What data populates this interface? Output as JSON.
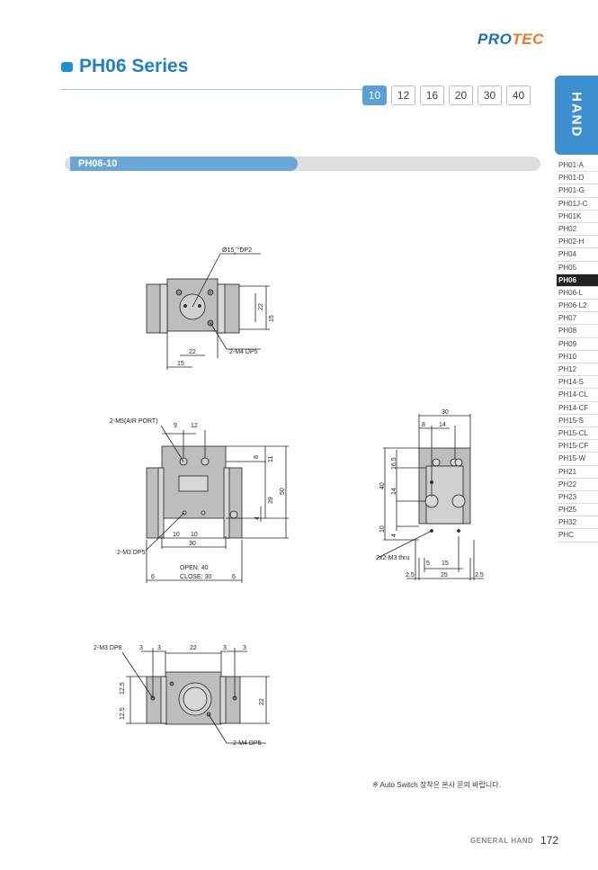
{
  "brand": {
    "pro": "PRO",
    "tec": "TEC"
  },
  "page_title": "PH06 Series",
  "size_tabs": [
    "10",
    "12",
    "16",
    "20",
    "30",
    "40"
  ],
  "active_tab": "10",
  "side_tab": "HAND",
  "side_list": [
    "PH01-A",
    "PH01-D",
    "PH01-G",
    "PH01J-C",
    "PH01K",
    "PH02",
    "PH02-H",
    "PH04",
    "PH05",
    "PH06",
    "PH06-L",
    "PH06-L2",
    "PH07",
    "PH08",
    "PH09",
    "PH10",
    "PH12",
    "PH14-S",
    "PH14-CL",
    "PH14-CF",
    "PH15-S",
    "PH15-CL",
    "PH15-CF",
    "PH15-W",
    "PH21",
    "PH22",
    "PH23",
    "PH25",
    "PH32",
    "PHC"
  ],
  "side_active": "PH06",
  "section_label": "PH06-10",
  "drawing_labels": {
    "top_bore": "Ø15",
    "top_bore_tol_hi": "+0.1",
    "top_bore_tol_lo": "0",
    "top_bore_dp": "DP2",
    "top_m4": "2-M4 DP5",
    "top_22h": "22",
    "top_15h": "15",
    "top_22v": "22",
    "top_15v": "15",
    "front_air": "2-M5(AIR PORT)",
    "front_9": "9",
    "front_12": "12",
    "front_8": "8",
    "front_11": "11",
    "front_39": "39",
    "front_50": "50",
    "front_4": "4",
    "front_m3": "2-M3 DP5",
    "front_10a": "10",
    "front_10b": "10",
    "front_30": "30",
    "front_6a": "6",
    "front_6b": "6",
    "front_open": "OPEN:  40",
    "front_close": "CLOSE: 30",
    "side_30": "30",
    "side_8": "8",
    "side_14": "14",
    "side_165": "16.5",
    "side_40": "40",
    "side_14v": "14",
    "side_10": "10",
    "side_4": "4",
    "side_m3": "2x2-M3 thru",
    "side_5": "5",
    "side_15": "15",
    "side_25a": "2.5",
    "side_25": "25",
    "side_25b": "2.5",
    "bot_m3": "2-M3 DP8",
    "bot_3a": "3",
    "bot_3b": "3",
    "bot_22": "22",
    "bot_3c": "3",
    "bot_3d": "3",
    "bot_125a": "12.5",
    "bot_125b": "12.5",
    "bot_22v": "22",
    "bot_m4": "2-M4 DP5"
  },
  "note": "※ Auto Switch 장착은 본사 문의 바랍니다.",
  "footer": {
    "label": "GENERAL HAND",
    "page": "172"
  }
}
